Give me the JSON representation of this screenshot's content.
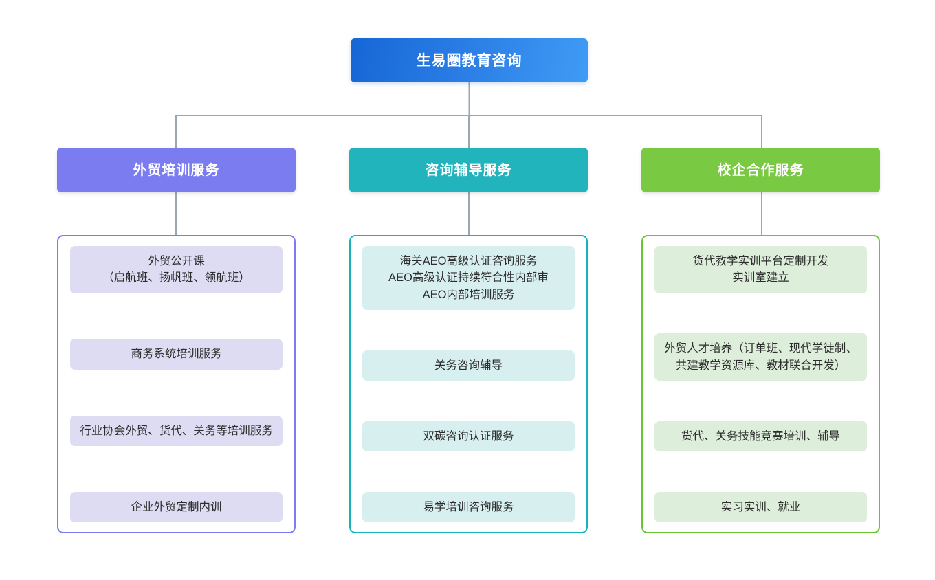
{
  "chart_data": {
    "type": "diagram",
    "diagram_type": "organizational-tree",
    "title": "生易圈教育咨询",
    "root": {
      "label": "生易圈教育咨询",
      "color": "#2a7ce4"
    },
    "branches": [
      {
        "label": "外贸培训服务",
        "header_color": "#7b7cf0",
        "border_color": "#7b7cf0",
        "item_color": "#dedcf3",
        "items": [
          "外贸公开课\n（启航班、扬帆班、领航班）",
          "商务系统培训服务",
          "行业协会外贸、货代、关务等培训服务",
          "企业外贸定制内训"
        ]
      },
      {
        "label": "咨询辅导服务",
        "header_color": "#22b4bd",
        "border_color": "#17b3bd",
        "item_color": "#d8eff0",
        "items": [
          "海关AEO高级认证咨询服务\nAEO高级认证持续符合性内部审\nAEO内部培训服务",
          "关务咨询辅导",
          "双碳咨询认证服务",
          "易学培训咨询服务"
        ]
      },
      {
        "label": "校企合作服务",
        "header_color": "#7ac943",
        "border_color": "#69c434",
        "item_color": "#ddefda",
        "items": [
          "货代教学实训平台定制开发\n实训室建立",
          "外贸人才培养（订单班、现代学徒制、共建教学资源库、教材联合开发）",
          "货代、关务技能竞赛培训、辅导",
          "实习实训、就业"
        ]
      }
    ],
    "connector_color": "#9aa7b0",
    "background": "#ffffff"
  }
}
